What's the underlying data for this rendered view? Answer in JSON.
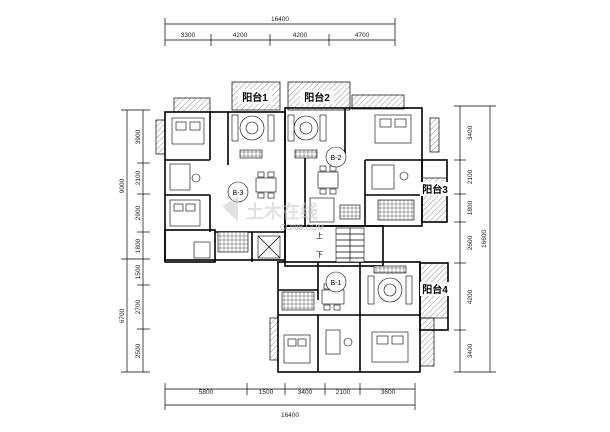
{
  "dimensions": {
    "top_segments": [
      "3300",
      "4200",
      "4200",
      "4700"
    ],
    "top_total": "16400",
    "bottom_segments": [
      "5800",
      "1500",
      "3400",
      "2100",
      "3600"
    ],
    "bottom_total": "16400",
    "left_segments": [
      "3900",
      "2100",
      "2900",
      "1800",
      "1500",
      "2700",
      "2500"
    ],
    "left_groups": [
      "9000",
      "6700"
    ],
    "right_segments": [
      "3400",
      "2100",
      "1800",
      "2600",
      "4200",
      "3400"
    ],
    "right_total": "16600"
  },
  "labels": {
    "balcony_1": "阳台1",
    "balcony_2": "阳台2",
    "balcony_3": "阳台3",
    "balcony_4": "阳台4"
  },
  "units": {
    "b3": "B-3",
    "b2": "B-2",
    "b1": "B-1"
  },
  "stair": {
    "up": "上",
    "down": "下"
  },
  "watermark": {
    "text": "土木在线",
    "sub": "COI88.COM"
  }
}
